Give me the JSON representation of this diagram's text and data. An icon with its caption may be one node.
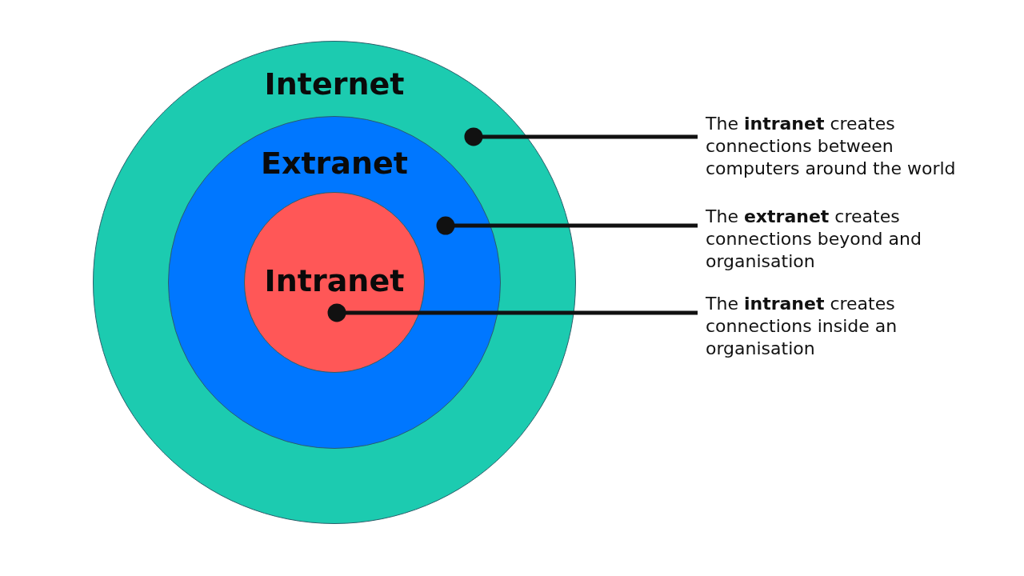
{
  "diagram": {
    "nodes": [
      {
        "text": [
          "Internet"
        ]
      },
      {
        "text": [
          "Extranet"
        ],
        "in": 0
      },
      {
        "text": [
          "Intranet"
        ],
        "in": 1
      },
      {
        "text": [
          "The **intranet** creates connections between computers around the world"
        ]
      },
      {
        "text": [
          "The **extranet** creates connections beyond and organisation"
        ]
      },
      {
        "text": [
          "The **intranet** creates connections inside an organisation"
        ]
      }
    ],
    "edges": [
      {
        "from": 3,
        "to": 0,
        "arrow": "other"
      },
      {
        "from": 4,
        "to": 1,
        "arrow": "other"
      },
      {
        "from": 5,
        "to": 2,
        "arrow": "other"
      }
    ]
  }
}
